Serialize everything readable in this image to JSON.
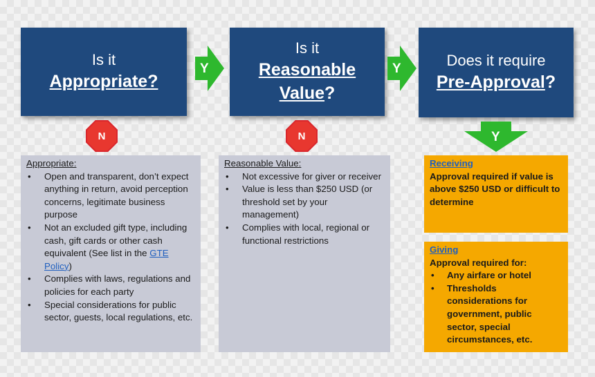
{
  "colors": {
    "question_box": "#1f497d",
    "arrow_green": "#2eb82e",
    "stop_red": "#e8372f",
    "gray_panel": "#c8cad6",
    "orange_panel": "#f5a800",
    "link_blue": "#1f5fbf"
  },
  "questions": [
    {
      "pre": "Is it",
      "main": "Appropriate?",
      "main_ul": "Appropriate",
      "main_suffix": "?"
    },
    {
      "pre": "Is it",
      "main_ul_1": "Reasonable",
      "main_ul_2": "Value",
      "main_suffix": "?"
    },
    {
      "pre": "Does it require",
      "main_ul": "Pre-Approval",
      "main_suffix": "?"
    }
  ],
  "arrows": {
    "yes": "Y",
    "no": "N"
  },
  "appropriate_panel": {
    "heading": "Appropriate:",
    "bullets": [
      "Open and transparent, don’t expect anything in return, avoid perception concerns, legitimate business purpose",
      {
        "text": "Not an excluded gift type, including cash, gift cards or other cash equivalent (See list in the ",
        "link": "GTE Policy",
        "after": ")"
      },
      "Complies with laws, regulations and policies for each party",
      "Special considerations for public sector, guests, local regulations, etc."
    ]
  },
  "reasonable_panel": {
    "heading": "Reasonable Value:",
    "bullets": [
      "Not excessive for giver or receiver",
      "Value is less than $250 USD (or threshold set by your management)",
      "Complies with local, regional or functional restrictions"
    ]
  },
  "receiving_panel": {
    "heading": "Receiving",
    "body": "Approval required if value is above $250 USD or difficult to determine"
  },
  "giving_panel": {
    "heading": "Giving",
    "intro": "Approval required for:",
    "bullets": [
      "Any airfare or hotel",
      "Thresholds considerations for government, public sector, special circumstances, etc."
    ]
  }
}
